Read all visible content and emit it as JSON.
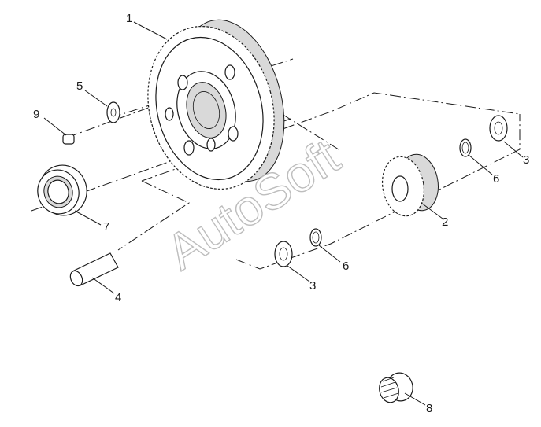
{
  "diagram": {
    "callouts": {
      "c1": "1",
      "c2": "2",
      "c3a": "3",
      "c3b": "3",
      "c4": "4",
      "c5": "5",
      "c6a": "6",
      "c6b": "6",
      "c7": "7",
      "c8": "8",
      "c9": "9"
    },
    "watermark": "AutoSoft"
  }
}
